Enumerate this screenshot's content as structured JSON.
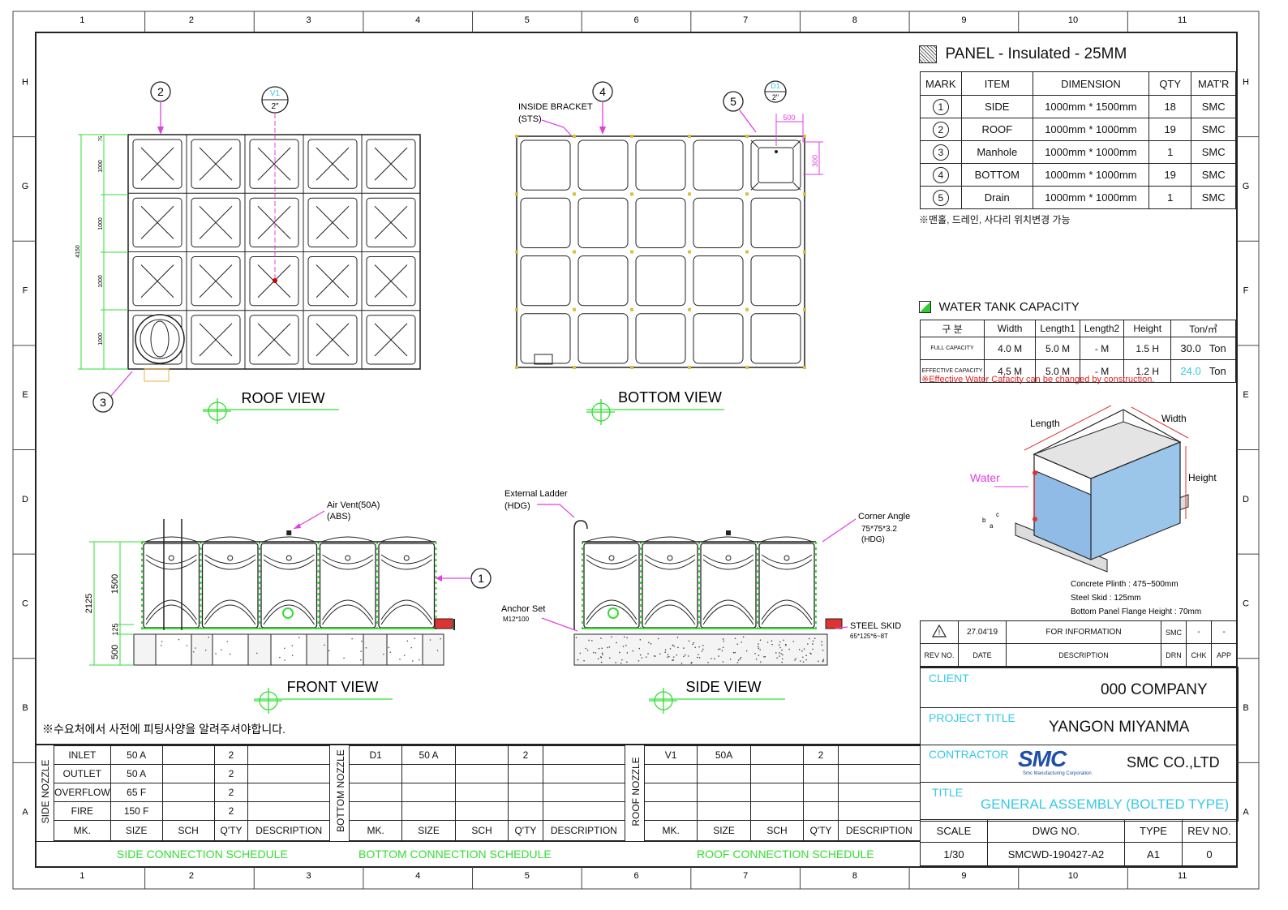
{
  "border": {
    "cols": [
      "1",
      "2",
      "3",
      "4",
      "5",
      "6",
      "7",
      "8",
      "9",
      "10",
      "11"
    ],
    "rows": [
      "H",
      "G",
      "F",
      "E",
      "D",
      "C",
      "B",
      "A"
    ]
  },
  "views": {
    "roof": "ROOF VIEW",
    "bottom": "BOTTOM VIEW",
    "front": "FRONT VIEW",
    "side": "SIDE VIEW"
  },
  "callouts": {
    "c1": "1",
    "c2": "2",
    "c3": "3",
    "c4": "4",
    "c5": "5",
    "v1": "V1",
    "v1_size": "2\"",
    "d1": "D1",
    "d1_size": "2\""
  },
  "roof_dims": {
    "d1": "1000",
    "d2": "1000",
    "d3": "1000",
    "d4": "1000",
    "edge": "75",
    "total": "4150"
  },
  "bottom_notes": {
    "bracket": "INSIDE BRACKET",
    "bracket_mat": "(STS)",
    "dim500": "500",
    "dim300": "300"
  },
  "front_notes": {
    "air_vent": "Air Vent(50A)",
    "air_vent_mat": "(ABS)",
    "h2125": "2125",
    "h1500": "1500",
    "h500": "500",
    "h125": "125"
  },
  "side_notes": {
    "ladder": "External Ladder",
    "ladder_mat": "(HDG)",
    "anchor": "Anchor Set",
    "anchor_spec": "M12*100",
    "corner": "Corner Angle",
    "corner_spec": "75*75*3.2",
    "corner_mat": "(HDG)",
    "skid": "STEEL SKID",
    "skid_spec": "65*125*6~8T"
  },
  "panel": {
    "title": "PANEL - Insulated - 25MM",
    "headers": [
      "MARK",
      "ITEM",
      "DIMENSION",
      "QTY",
      "MAT'R"
    ],
    "rows": [
      {
        "mark": "1",
        "item": "SIDE",
        "dim": "1000mm * 1500mm",
        "qty": "18",
        "mat": "SMC"
      },
      {
        "mark": "2",
        "item": "ROOF",
        "dim": "1000mm * 1000mm",
        "qty": "19",
        "mat": "SMC"
      },
      {
        "mark": "3",
        "item": "Manhole",
        "dim": "1000mm * 1000mm",
        "qty": "1",
        "mat": "SMC"
      },
      {
        "mark": "4",
        "item": "BOTTOM",
        "dim": "1000mm * 1000mm",
        "qty": "19",
        "mat": "SMC"
      },
      {
        "mark": "5",
        "item": "Drain",
        "dim": "1000mm * 1000mm",
        "qty": "1",
        "mat": "SMC"
      }
    ],
    "note": "※맨홀, 드레인, 사다리 위치변경 가능"
  },
  "capacity": {
    "title": "WATER TANK CAPACITY",
    "headers": [
      "구 분",
      "Width",
      "Length1",
      "Length2",
      "Height",
      "Ton/㎥"
    ],
    "rows": [
      {
        "label": "FULL CAPACITY",
        "width": "4.0 M",
        "l1": "5.0 M",
        "l2": "- M",
        "height": "1.5 H",
        "ton": "30.0",
        "unit": "Ton"
      },
      {
        "label": "EFFECTIVE CAPACITY",
        "width": "4.5 M",
        "l1": "5.0 M",
        "l2": "- M",
        "height": "1.2 H",
        "ton": "24.0",
        "unit": "Ton"
      }
    ],
    "note": "※Effective Water Cafacity can be changed by construction.",
    "highlight": "#38c8e6"
  },
  "iso": {
    "length": "Length",
    "width": "Width",
    "height": "Height",
    "water": "Water",
    "a": "a",
    "b": "b",
    "c": "c",
    "note_a": "Concrete Plinth : 475~500mm",
    "note_b": "Steel Skid : 125mm",
    "note_c": "Bottom Panel Flange Height : 70mm"
  },
  "revision": {
    "date": "27.04'19",
    "desc": "FOR INFORMATION",
    "drn": "SMC",
    "chk": "-",
    "app": "-",
    "h_rev": "REV NO.",
    "h_date": "DATE",
    "h_desc": "DESCRIPTION",
    "h_drn": "DRN",
    "h_chk": "CHK",
    "h_app": "APP"
  },
  "title_block": {
    "client_label": "CLIENT",
    "client": "000 COMPANY",
    "project_label": "PROJECT TITLE",
    "project": "YANGON MIYANMA",
    "contractor_label": "CONTRACTOR",
    "contractor": "SMC CO.,LTD",
    "logo": "SMC",
    "logo_sub": "Smc Manufacturing Corporation",
    "title_label": "TITLE",
    "title": "GENERAL ASSEMBLY (BOLTED TYPE)",
    "h_scale": "SCALE",
    "scale": "1/30",
    "h_dwg": "DWG NO.",
    "dwg": "SMCWD-190427-A2",
    "h_type": "TYPE",
    "type": "A1",
    "h_rev": "REV NO.",
    "rev": "0"
  },
  "korean_note": "※수요처에서 사전에 피팅사양을 알려주셔야합니다.",
  "schedules": {
    "side": {
      "vlabel": "SIDE NOZZLE",
      "rows": [
        {
          "mk": "INLET",
          "size": "50 A",
          "sch": "",
          "qty": "2",
          "desc": ""
        },
        {
          "mk": "OUTLET",
          "size": "50 A",
          "sch": "",
          "qty": "2",
          "desc": ""
        },
        {
          "mk": "OVERFLOW",
          "size": "65 F",
          "sch": "",
          "qty": "2",
          "desc": ""
        },
        {
          "mk": "FIRE",
          "size": "150 F",
          "sch": "",
          "qty": "2",
          "desc": ""
        }
      ],
      "caption": "SIDE CONNECTION SCHEDULE"
    },
    "bottom": {
      "vlabel": "BOTTOM NOZZLE",
      "rows": [
        {
          "mk": "D1",
          "size": "50 A",
          "sch": "",
          "qty": "2",
          "desc": ""
        }
      ],
      "caption": "BOTTOM  CONNECTION SCHEDULE"
    },
    "roof": {
      "vlabel": "ROOF NOZZLE",
      "rows": [
        {
          "mk": "V1",
          "size": "50A",
          "sch": "",
          "qty": "2",
          "desc": ""
        }
      ],
      "caption": "ROOF CONNECTION SCHEDULE"
    },
    "headers": [
      "MK.",
      "SIZE",
      "SCH",
      "Q'TY",
      "DESCRIPTION"
    ]
  }
}
